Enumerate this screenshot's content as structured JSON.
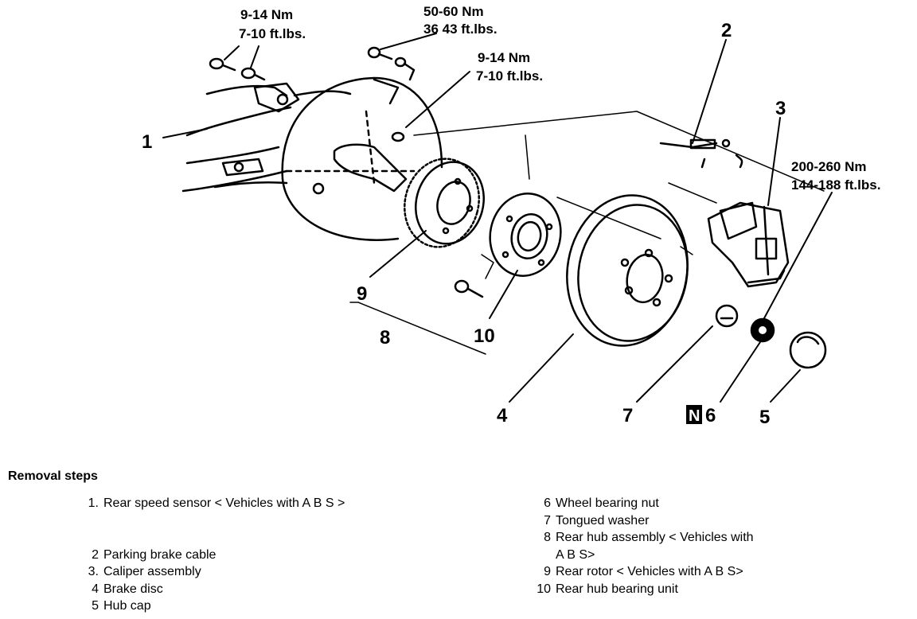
{
  "callouts": {
    "c1": "1",
    "c2": "2",
    "c3": "3",
    "c4": "4",
    "c5": "5",
    "c6": "6",
    "c7": "7",
    "c8": "8",
    "c9": "9",
    "c10": "10",
    "new_part_badge": "N"
  },
  "torques": {
    "t1_nm": "9-14 Nm",
    "t1_ft": "7-10 ft.lbs.",
    "t2_nm": "50-60 Nm",
    "t2_ft": "36 43 ft.lbs.",
    "t3_nm": "9-14 Nm",
    "t3_ft": "7-10 ft.lbs.",
    "t4_nm": "200-260 Nm",
    "t4_ft": "144-188 ft.lbs."
  },
  "steps": {
    "title": "Removal steps",
    "left": [
      {
        "num": "1.",
        "text": "Rear speed sensor < Vehicles with A B S >"
      },
      {
        "num": "2",
        "text": "Parking brake cable"
      },
      {
        "num": "3.",
        "text": "Caliper assembly"
      },
      {
        "num": "4",
        "text": "Brake disc"
      },
      {
        "num": "5",
        "text": "Hub cap"
      }
    ],
    "right": [
      {
        "num": "6",
        "text": "Wheel bearing nut"
      },
      {
        "num": "7",
        "text": "Tongued washer"
      },
      {
        "num": "8",
        "text": "Rear hub assembly < Vehicles with\nA B S>"
      },
      {
        "num": "9",
        "text": "Rear rotor < Vehicles with A B S>"
      },
      {
        "num": "10",
        "text": "Rear hub bearing unit"
      }
    ]
  }
}
